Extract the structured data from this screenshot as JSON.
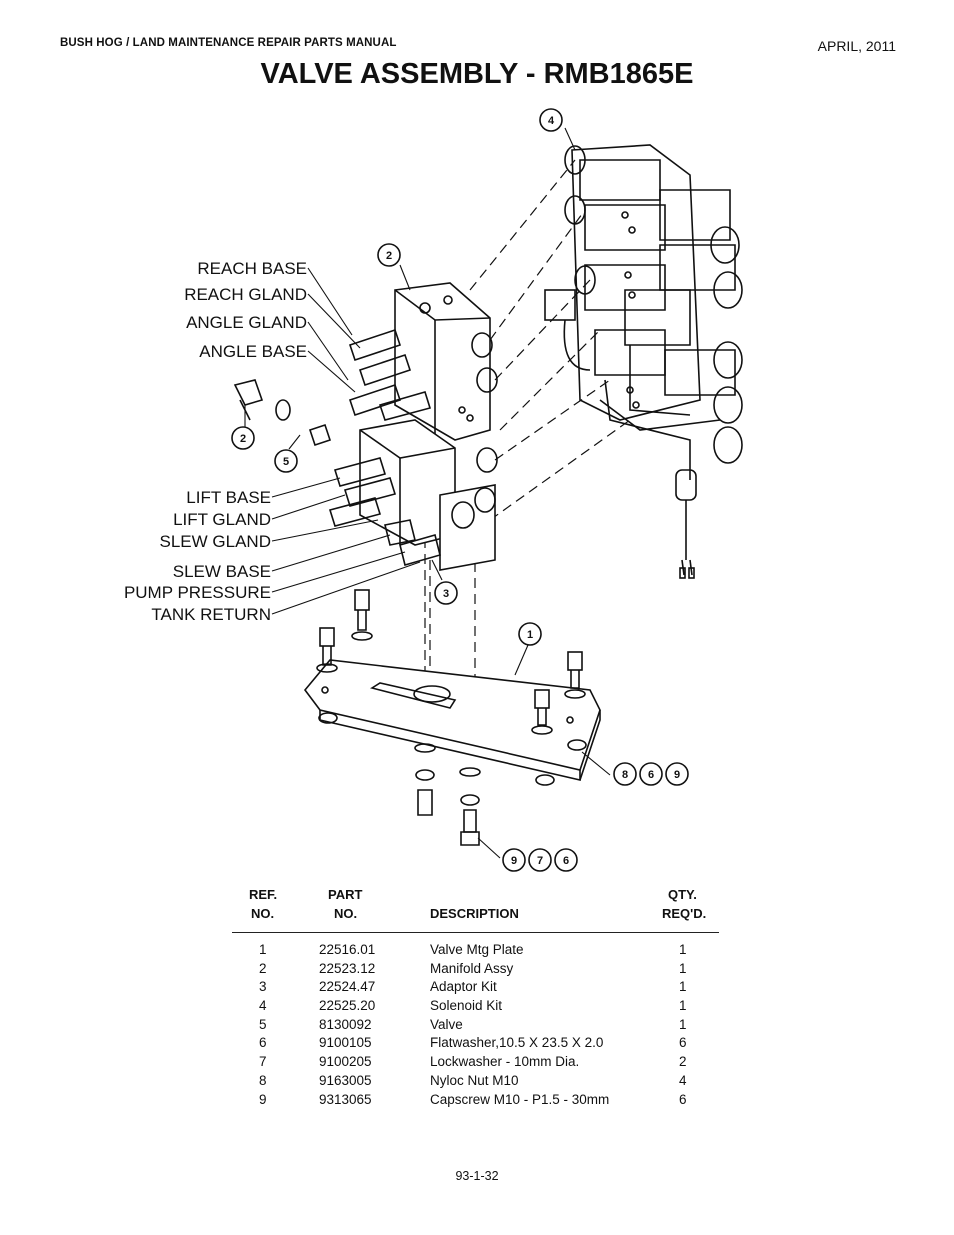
{
  "header": {
    "manual": "BUSH HOG / LAND MAINTENANCE REPAIR PARTS MANUAL",
    "date": "APRIL, 2011"
  },
  "title": "VALVE ASSEMBLY - RMB1865E",
  "diagram": {
    "port_labels": [
      "REACH BASE",
      "REACH GLAND",
      "ANGLE GLAND",
      "ANGLE BASE",
      "LIFT BASE",
      "LIFT GLAND",
      "SLEW GLAND",
      "SLEW BASE",
      "PUMP PRESSURE",
      "TANK RETURN"
    ],
    "callouts": {
      "c4": "4",
      "c2a": "2",
      "c2b": "2",
      "c5": "5",
      "c3": "3",
      "c1": "1",
      "g1a": "8",
      "g1b": "6",
      "g1c": "9",
      "g2a": "9",
      "g2b": "7",
      "g2c": "6"
    }
  },
  "table": {
    "headers": {
      "ref1": "REF.",
      "ref2": "NO.",
      "part1": "PART",
      "part2": "NO.",
      "desc": "DESCRIPTION",
      "qty1": "QTY.",
      "qty2": "REQ'D."
    },
    "rows": [
      {
        "ref": "1",
        "part": "22516.01",
        "desc": "Valve Mtg Plate",
        "qty": "1"
      },
      {
        "ref": "2",
        "part": "22523.12",
        "desc": "Manifold Assy",
        "qty": "1"
      },
      {
        "ref": "3",
        "part": "22524.47",
        "desc": "Adaptor Kit",
        "qty": "1"
      },
      {
        "ref": "4",
        "part": "22525.20",
        "desc": "Solenoid Kit",
        "qty": "1"
      },
      {
        "ref": "5",
        "part": "8130092",
        "desc": "Valve",
        "qty": "1"
      },
      {
        "ref": "6",
        "part": "9100105",
        "desc": "Flatwasher,10.5 X 23.5 X 2.0",
        "qty": "6"
      },
      {
        "ref": "7",
        "part": "9100205",
        "desc": "Lockwasher - 10mm Dia.",
        "qty": "2"
      },
      {
        "ref": "8",
        "part": "9163005",
        "desc": "Nyloc Nut M10",
        "qty": "4"
      },
      {
        "ref": "9",
        "part": "9313065",
        "desc": "Capscrew M10 - P1.5 - 30mm",
        "qty": "6"
      }
    ]
  },
  "footer": {
    "page": "93-1-32"
  }
}
